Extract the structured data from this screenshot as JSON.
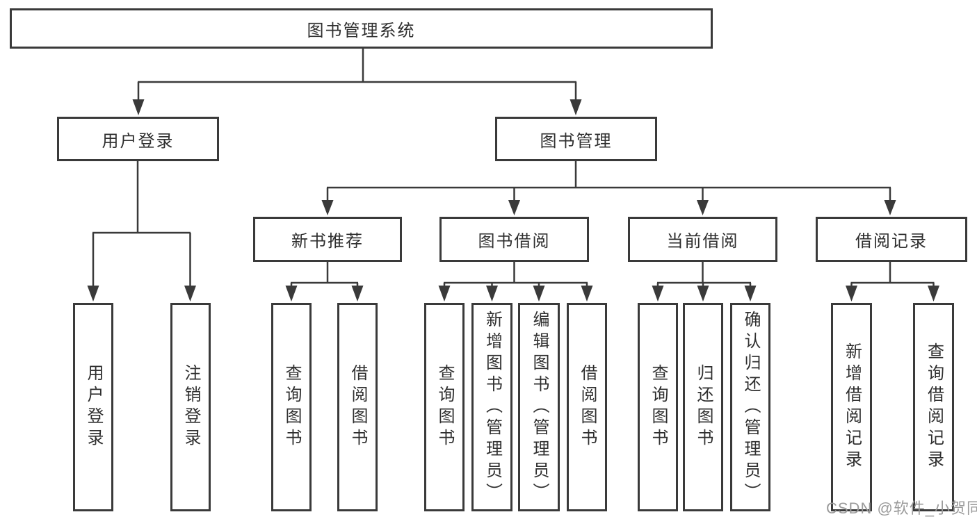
{
  "tree": {
    "root": "图书管理系统",
    "branches": [
      {
        "label": "用户登录",
        "children": [
          "用户登录",
          "注销登录"
        ]
      },
      {
        "label": "图书管理",
        "groups": [
          {
            "label": "新书推荐",
            "children": [
              "查询图书",
              "借阅图书"
            ]
          },
          {
            "label": "图书借阅",
            "children": [
              "查询图书",
              "新增图书（管理员）",
              "编辑图书（管理员）",
              "借阅图书"
            ]
          },
          {
            "label": "当前借阅",
            "children": [
              "查询图书",
              "归还图书",
              "确认归还（管理员）"
            ]
          },
          {
            "label": "借阅记录",
            "children": [
              "新增借阅记录",
              "查询借阅记录"
            ]
          }
        ]
      }
    ]
  },
  "watermark": "CSDN @软件_小贺同学",
  "colors": {
    "line": "#3a3a3a",
    "text": "#2f2f2f",
    "watermark": "#9b9b9b",
    "background": "#ffffff"
  }
}
